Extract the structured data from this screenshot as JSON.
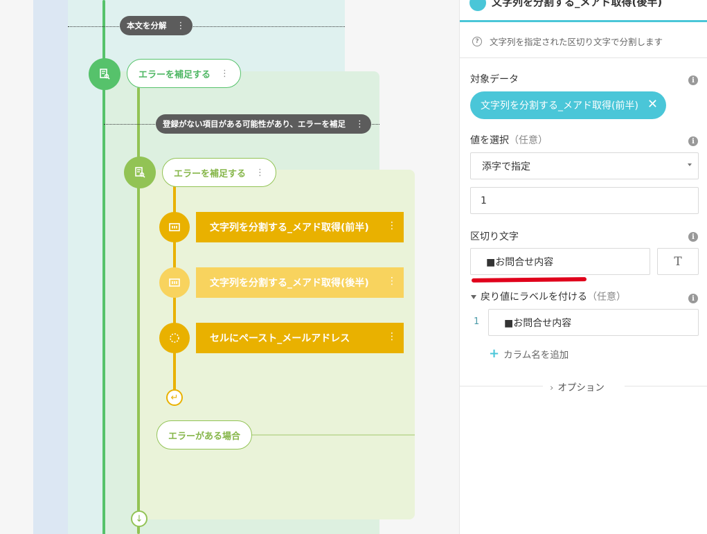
{
  "canvas": {
    "dark_labels": [
      "本文を分解",
      "登録がない項目がある可能性があり、エラーを補足"
    ],
    "catch_nodes": [
      "エラーを補足する",
      "エラーを補足する"
    ],
    "actions": [
      "文字列を分割する_メアド取得(前半)",
      "文字列を分割する_メアド取得(後半)",
      "セルにペースト_メールアドレス"
    ],
    "error_case": "エラーがある場合",
    "kebab": "⋮",
    "icons": {
      "return": "↵",
      "down": "↓"
    }
  },
  "panel": {
    "title": "文字列を分割する_メアド取得(後半)",
    "description": "文字列を指定された区切り文字で分割します",
    "target_label": "対象データ",
    "target_chip": "文字列を分割する_メアド取得(前半)",
    "chip_remove": "✕",
    "select_label": "値を選択",
    "select_optional": "（任意）",
    "select_value": "添字で指定",
    "index_value": "1",
    "delimiter_label": "区切り文字",
    "delimiter_value": "■お問合せ内容",
    "t_button": "T",
    "return_label": "戻り値にラベルを付ける",
    "return_optional": "（任意）",
    "return_row_index": "1",
    "return_row_value": "■お問合せ内容",
    "add_column": "カラム名を追加",
    "add_plus": "+",
    "options_label": "オプション",
    "options_chevron": "›",
    "help_glyph": "?",
    "info_glyph": "i",
    "accent_color": "#4ac6d8"
  }
}
